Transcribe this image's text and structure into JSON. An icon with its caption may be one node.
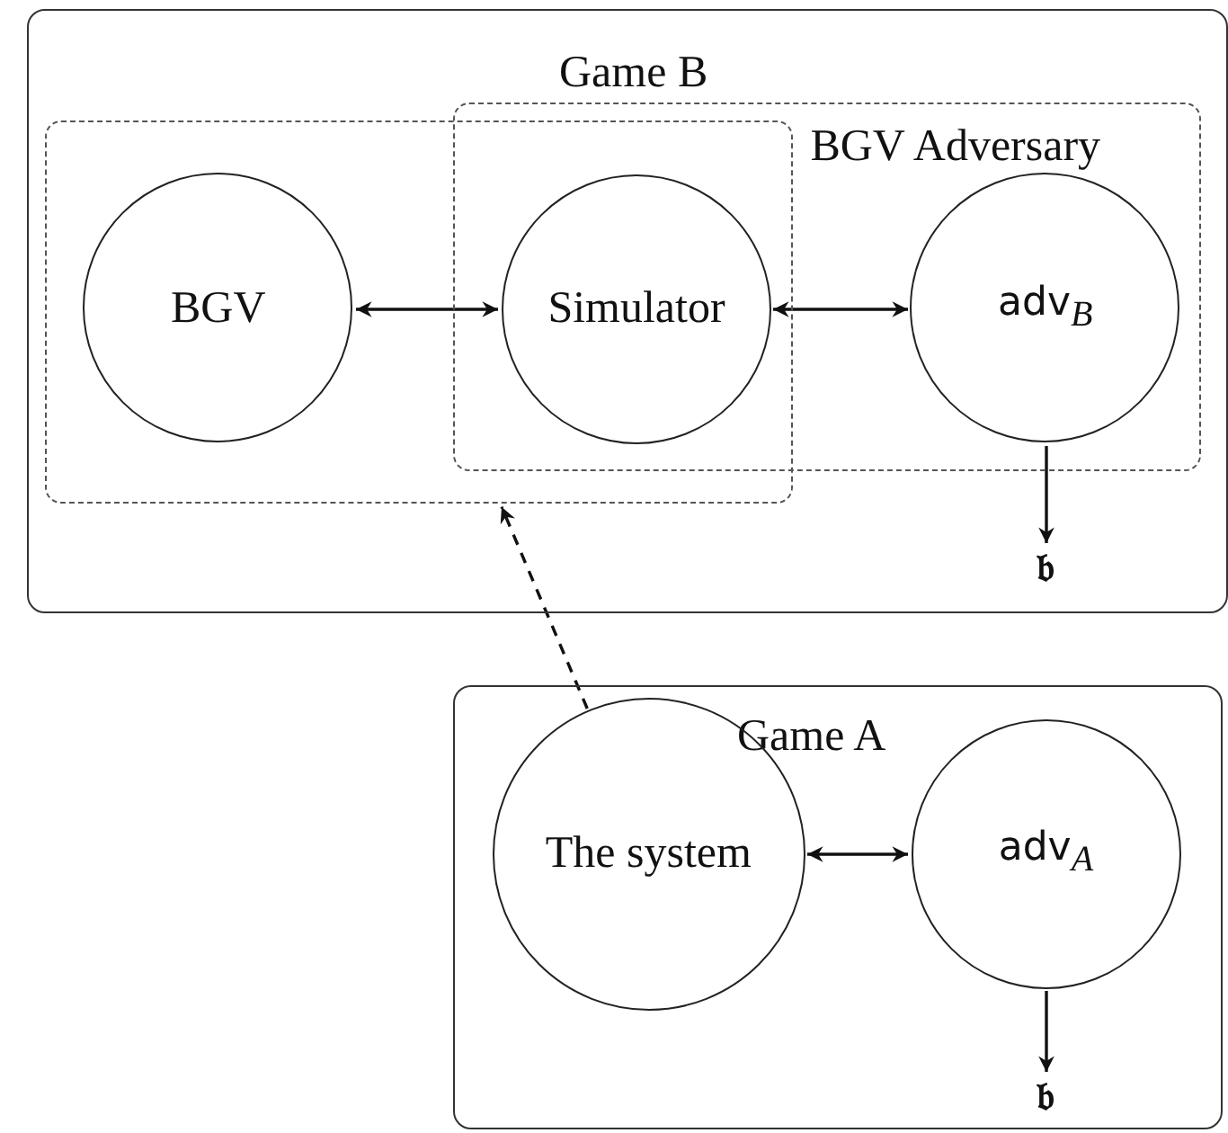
{
  "diagram": {
    "nodes": [
      {
        "text": [
          "Game B"
        ]
      },
      {
        "text": [],
        "shape": "box",
        "in": 0
      },
      {
        "text": [
          "BGV Adversary"
        ],
        "in": 0
      },
      {
        "text": [
          "BGV"
        ],
        "in": 1
      },
      {
        "text": [
          "Simulator"
        ]
      },
      {
        "text": [
          "adv$_{B}$"
        ],
        "in": 2
      },
      {
        "text": [
          "𝔟"
        ],
        "in": 0
      },
      {
        "text": [
          "Game A"
        ]
      },
      {
        "text": [
          "The system"
        ],
        "in": 7
      },
      {
        "text": [
          "adv$_{A}$"
        ],
        "in": 7
      },
      {
        "text": [
          "𝔟"
        ],
        "in": 7
      }
    ],
    "edges": [
      {
        "from": 3,
        "to": 4,
        "arrow": "both"
      },
      {
        "from": 4,
        "to": 5,
        "arrow": "both"
      },
      {
        "from": 5,
        "to": 6,
        "arrow": "to"
      },
      {
        "from": 8,
        "to": 1,
        "arrow": "to",
        "style": "dashed"
      },
      {
        "from": 8,
        "to": 9,
        "arrow": "both"
      },
      {
        "from": 9,
        "to": 10,
        "arrow": "to"
      }
    ]
  }
}
